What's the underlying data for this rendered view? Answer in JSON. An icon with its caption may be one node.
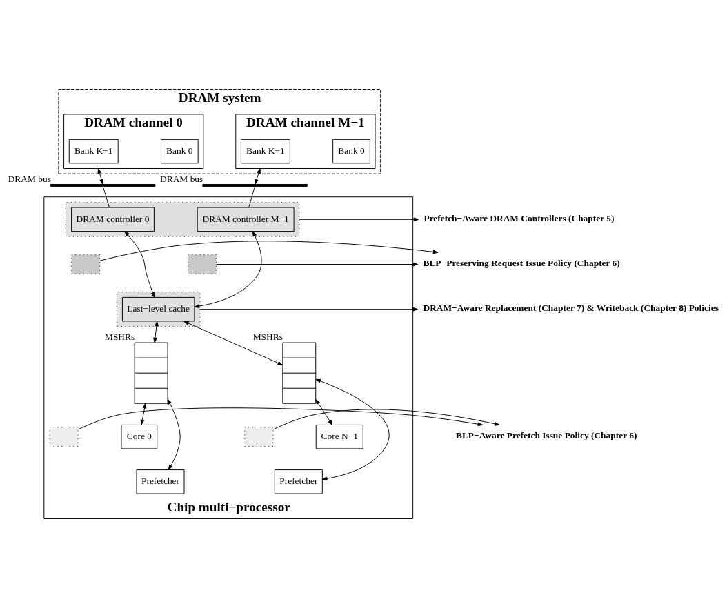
{
  "diagram": {
    "nodes": [
      {
        "text": [
          "DRAM system"
        ]
      },
      {
        "text": [
          "DRAM channel 0"
        ],
        "in": 0
      },
      {
        "text": [
          "Bank 0"
        ],
        "in": 1
      },
      {
        "text": [
          "Bank K−1"
        ],
        "in": 1
      },
      {
        "text": [
          "DRAM channel M−1"
        ],
        "in": 0
      },
      {
        "text": [
          "Bank 0"
        ],
        "in": 4
      },
      {
        "text": [
          "Bank K−1"
        ],
        "in": 4
      },
      {
        "text": [],
        "shape": "bar",
        "beside": [
          "DRAM bus"
        ]
      },
      {
        "text": [],
        "shape": "bar",
        "beside": [
          "DRAM bus"
        ]
      },
      {
        "text": [
          "Chip multi−processor"
        ]
      },
      {
        "text": [],
        "shape": "box",
        "in": 9
      },
      {
        "text": [
          "DRAM controller 0"
        ],
        "in": 10
      },
      {
        "text": [
          "DRAM controller M−1"
        ],
        "in": 10
      },
      {
        "text": [],
        "shape": "box",
        "in": 9
      },
      {
        "text": [],
        "shape": "box",
        "in": 9
      },
      {
        "text": [],
        "shape": "box",
        "in": 9
      },
      {
        "text": [
          "Last−level cache"
        ],
        "in": 15
      },
      {
        "text": [],
        "shape": "box",
        "in": 9,
        "beside": [
          "MSHRs"
        ]
      },
      {
        "text": [],
        "shape": "box",
        "in": 9,
        "beside": [
          "MSHRs"
        ]
      },
      {
        "text": [],
        "shape": "box",
        "in": 9
      },
      {
        "text": [
          "Core 0"
        ],
        "in": 9
      },
      {
        "text": [
          "Prefetcher"
        ],
        "in": 9
      },
      {
        "text": [],
        "shape": "box",
        "in": 9
      },
      {
        "text": [
          "Core N−1"
        ],
        "in": 9
      },
      {
        "text": [
          "Prefetcher"
        ],
        "in": 9
      },
      {
        "text": [
          "Prefetch−Aware DRAM Controllers (Chapter 5)"
        ]
      },
      {
        "text": [
          "BLP−Preserving Request Issue Policy (Chapter 6)"
        ]
      },
      {
        "text": [
          "DRAM−Aware Replacement (Chapter 7) & Writeback (Chapter 8) Policies"
        ]
      },
      {
        "text": [
          "BLP−Aware Prefetch Issue Policy (Chapter 6)"
        ]
      }
    ],
    "edges": [
      {
        "from": 1,
        "to": 7,
        "arrow": "both"
      },
      {
        "from": 7,
        "to": 11,
        "arrow": "none"
      },
      {
        "from": 4,
        "to": 8,
        "arrow": "both"
      },
      {
        "from": 8,
        "to": 12,
        "arrow": "none"
      },
      {
        "from": 11,
        "to": 16,
        "arrow": "both"
      },
      {
        "from": 12,
        "to": 16,
        "arrow": "both"
      },
      {
        "from": 16,
        "to": 17,
        "arrow": "both"
      },
      {
        "from": 16,
        "to": 18,
        "arrow": "both"
      },
      {
        "from": 17,
        "to": 20,
        "arrow": "both"
      },
      {
        "from": 17,
        "to": 21,
        "arrow": "both"
      },
      {
        "from": 18,
        "to": 23,
        "arrow": "both"
      },
      {
        "from": 18,
        "to": 24,
        "arrow": "both"
      },
      {
        "from": 10,
        "to": 25,
        "arrow": "to"
      },
      {
        "from": 13,
        "to": 26,
        "arrow": "to"
      },
      {
        "from": 14,
        "to": 26,
        "arrow": "to"
      },
      {
        "from": 15,
        "to": 27,
        "arrow": "to"
      },
      {
        "from": 19,
        "to": 28,
        "arrow": "to"
      },
      {
        "from": 22,
        "to": 28,
        "arrow": "to"
      }
    ]
  }
}
